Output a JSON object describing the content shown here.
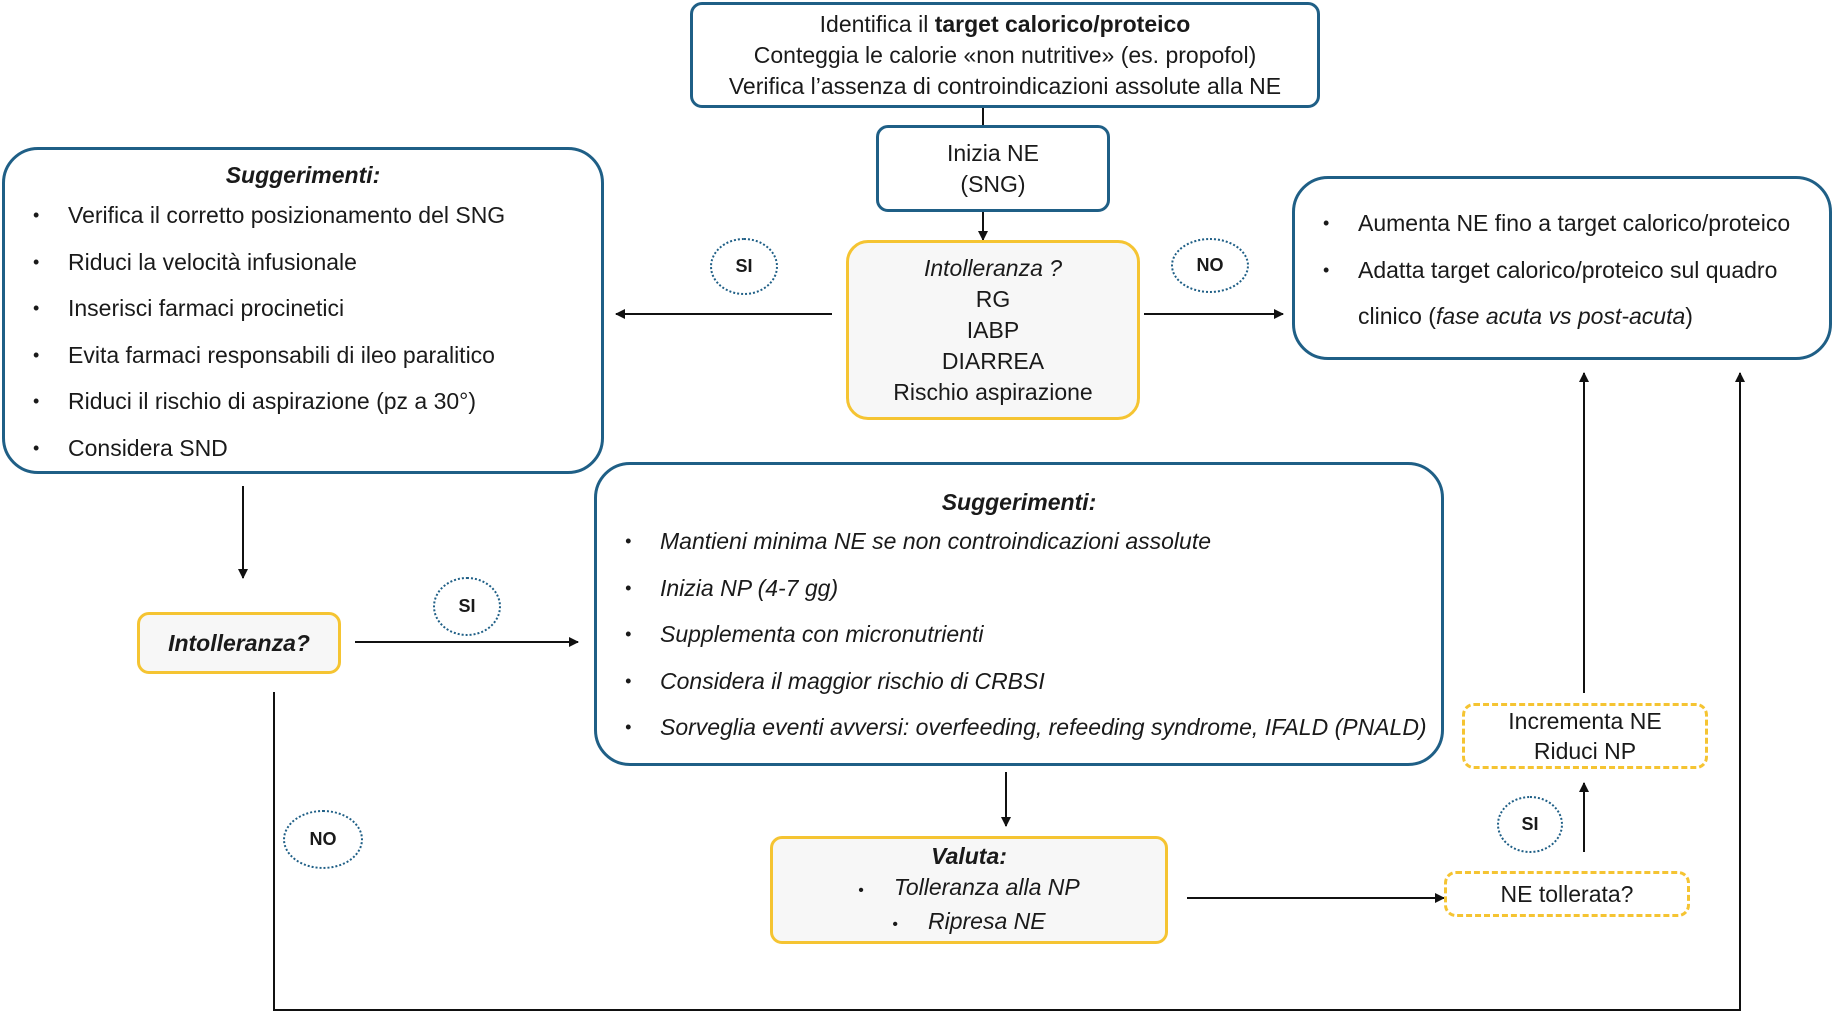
{
  "top_box": {
    "line1_prefix": "Identifica il ",
    "line1_bold": "target calorico/proteico",
    "line2": "Conteggia le calorie «non nutritive» (es. propofol)",
    "line3": "Verifica l’assenza di controindicazioni assolute alla NE"
  },
  "start_box": {
    "line1": "Inizia NE",
    "line2": "(SNG)"
  },
  "intolerance_box": {
    "title": "Intolleranza ?",
    "items": [
      "RG",
      "IABP",
      "DIARREA",
      "Rischio aspirazione"
    ]
  },
  "suggestions_left": {
    "title": "Suggerimenti:",
    "items": [
      "Verifica il corretto posizionamento del SNG",
      "Riduci la velocità infusionale",
      "Inserisci farmaci procinetici",
      "Evita farmaci responsabili di ileo paralitico",
      "Riduci il rischio di aspirazione (pz a 30°)",
      "Considera SND"
    ]
  },
  "increase_box": {
    "item1": "Aumenta NE fino a target calorico/proteico",
    "item2_line1": "Adatta target calorico/proteico sul quadro",
    "item2_line2_prefix": "clinico (",
    "item2_line2_italic": "fase acuta vs post-acuta",
    "item2_line2_suffix": ")"
  },
  "intolerance2_box": {
    "title": "Intolleranza?"
  },
  "suggestions_center": {
    "title": "Suggerimenti:",
    "items": [
      "Mantieni minima NE se non controindicazioni assolute",
      "Inizia NP  (4-7 gg)",
      "Supplementa con micronutrienti",
      "Considera il maggior rischio di CRBSI",
      "Sorveglia eventi avversi: overfeeding, refeeding syndrome, IFALD (PNALD)"
    ]
  },
  "evaluate_box": {
    "title": "Valuta:",
    "items": [
      "Tolleranza alla NP",
      "Ripresa NE"
    ]
  },
  "ne_tolerated_box": {
    "label": "NE tollerata?"
  },
  "increment_box": {
    "line1": "Incrementa NE",
    "line2": "Riduci NP"
  },
  "labels": {
    "si_1": "SI",
    "no_1": "NO",
    "si_2": "SI",
    "no_2": "NO",
    "si_3": "SI"
  },
  "colors": {
    "blue_border": "#1f5f86",
    "yellow_border": "#f5c432",
    "box_fill": "#f7f7f7"
  }
}
